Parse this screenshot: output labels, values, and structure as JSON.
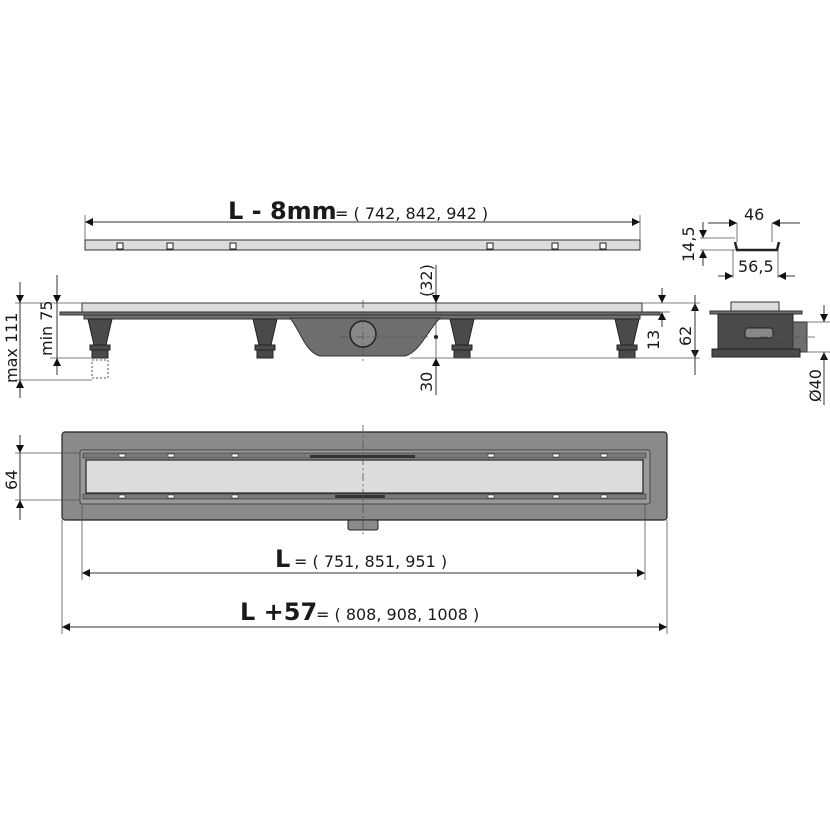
{
  "top_grate": {
    "label_bold": "L - 8mm",
    "label_values": "= ( 742, 842, 942 )"
  },
  "side_view": {
    "max_height": "max 111",
    "min_height": "min 75",
    "outlet_top": "(32)",
    "outlet_bottom": "30",
    "flange_height": "13",
    "total_height": "62"
  },
  "profile": {
    "inner_width": "46",
    "height": "14,5",
    "outer_width": "56,5"
  },
  "end_view": {
    "outlet_diameter": "Ø40"
  },
  "plan_view": {
    "grate_width": "64",
    "length_bold": "L",
    "length_values": "= ( 751, 851, 951 )",
    "total_bold": "L +57",
    "total_values": "= ( 808, 908, 1008 )"
  },
  "colors": {
    "body": "#8a8a8a",
    "grate": "#dcdcdc",
    "feet": "#4a4a4a"
  }
}
